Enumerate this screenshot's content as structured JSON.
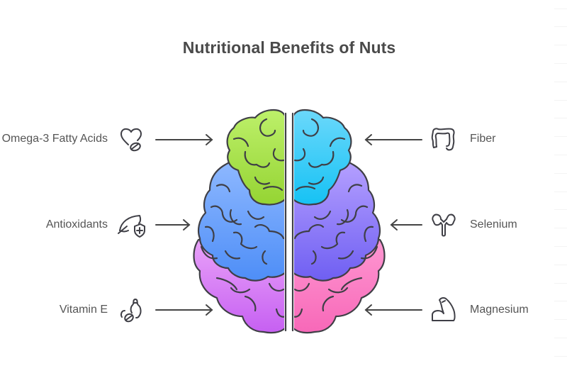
{
  "title": "Nutritional Benefits of Nuts",
  "center": {
    "label": "brain",
    "left_colors": [
      "#a6e34a",
      "#5f9dff",
      "#d97ef7"
    ],
    "right_colors": [
      "#2ecaf5",
      "#8f7bff",
      "#fb74c2"
    ]
  },
  "left_items": [
    {
      "label": "Omega-3 Fatty Acids",
      "icon": "heart-pill-icon",
      "arrow": "right"
    },
    {
      "label": "Antioxidants",
      "icon": "leaf-shield-icon",
      "arrow": "right"
    },
    {
      "label": "Vitamin E",
      "icon": "nuts-bottle-icon",
      "arrow": "right"
    }
  ],
  "right_items": [
    {
      "label": "Fiber",
      "icon": "intestine-icon",
      "arrow": "left"
    },
    {
      "label": "Selenium",
      "icon": "kidney-icon",
      "arrow": "left"
    },
    {
      "label": "Magnesium",
      "icon": "muscle-arm-icon",
      "arrow": "left"
    }
  ],
  "colors": {
    "text": "#555555",
    "title": "#4a4a4a",
    "stroke": "#3f3f46"
  }
}
